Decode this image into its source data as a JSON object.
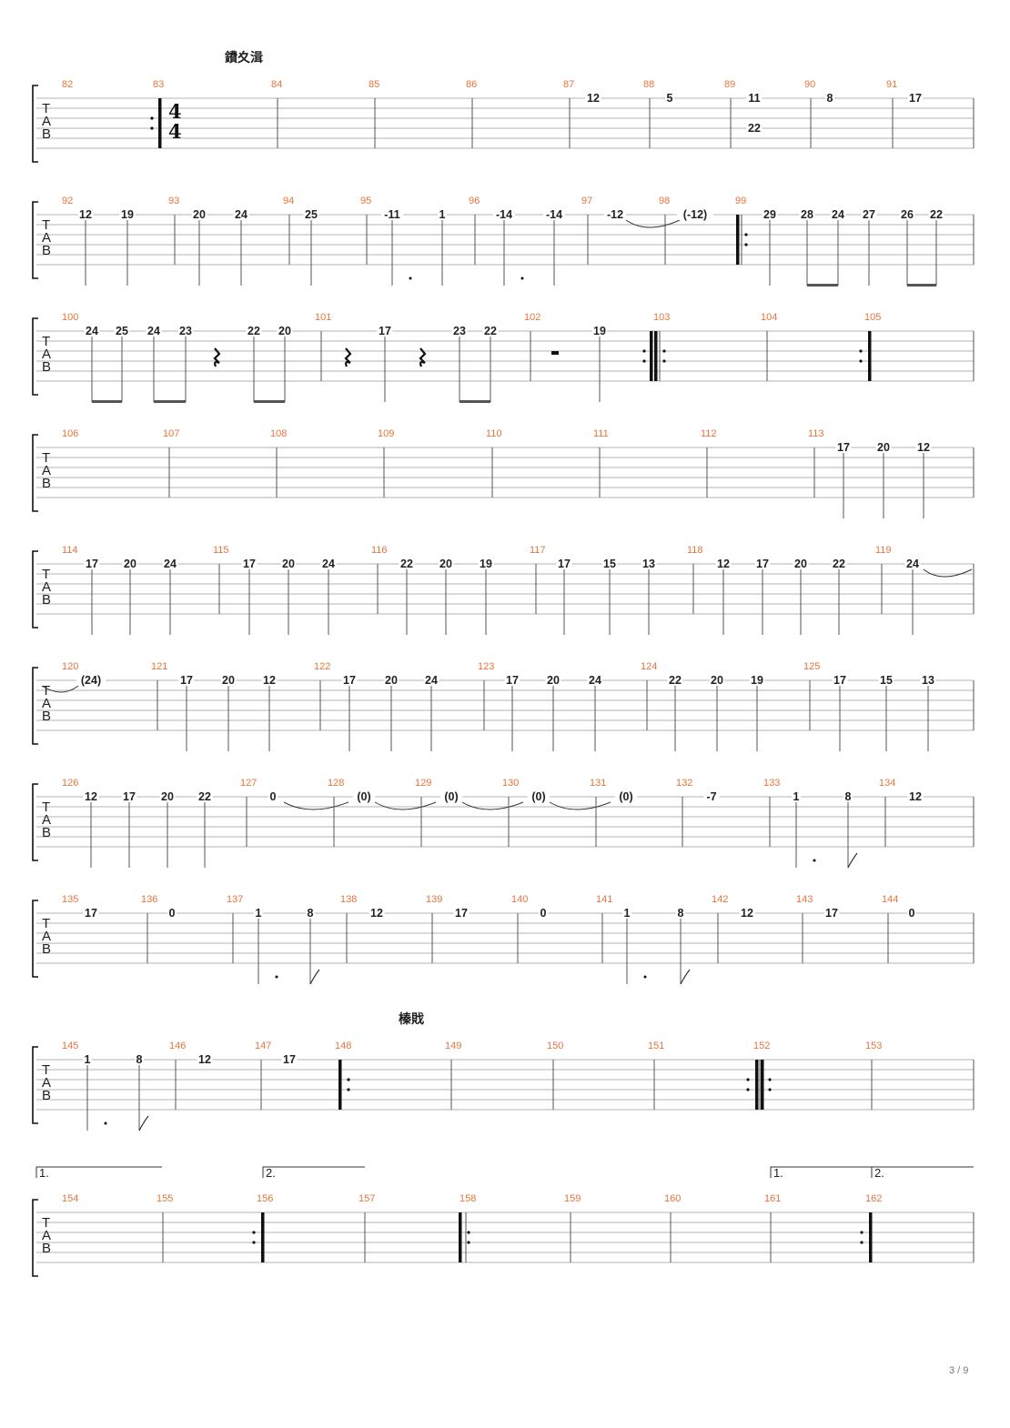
{
  "page": {
    "number": "3 / 9"
  },
  "sections": [
    {
      "text": "鐨夊湒",
      "system": 0
    },
    {
      "text": "榛戝",
      "system": 8
    }
  ],
  "time_signature": {
    "num": "4",
    "den": "4",
    "system": 0,
    "bar": 1
  },
  "tab_clef": [
    "T",
    "A",
    "B"
  ],
  "systems": [
    {
      "bars": [
        {
          "n": "82",
          "end": "repeat-end"
        },
        {
          "n": "83",
          "start": "repeat-start-bold",
          "events": []
        },
        {
          "n": "84"
        },
        {
          "n": "85"
        },
        {
          "n": "86"
        },
        {
          "n": "87",
          "events": [
            {
              "s": 0,
              "t": "12"
            }
          ]
        },
        {
          "n": "88",
          "events": [
            {
              "s": 0,
              "t": "5"
            }
          ]
        },
        {
          "n": "89",
          "events": [
            {
              "s": 0,
              "t": "11"
            },
            {
              "s": 2,
              "t": "22",
              "pos": 0
            }
          ]
        },
        {
          "n": "90",
          "events": [
            {
              "s": 0,
              "t": "8"
            }
          ]
        },
        {
          "n": "91",
          "events": [
            {
              "s": 0,
              "t": "17"
            }
          ]
        }
      ]
    },
    {
      "bars": [
        {
          "n": "92",
          "events": [
            {
              "s": 0,
              "t": "12",
              "stem": 1
            },
            {
              "s": 0,
              "t": "19",
              "stem": 1
            }
          ]
        },
        {
          "n": "93",
          "events": [
            {
              "s": 0,
              "t": "20",
              "stem": 1
            },
            {
              "s": 0,
              "t": "24",
              "stem": 1
            }
          ]
        },
        {
          "n": "94",
          "events": [
            {
              "s": 0,
              "t": "25",
              "stem": 1
            }
          ]
        },
        {
          "n": "95",
          "events": [
            {
              "s": 0,
              "t": "-11",
              "stem": 1,
              "dot": 1
            },
            {
              "s": 0,
              "t": "1",
              "stem": 1
            }
          ]
        },
        {
          "n": "96",
          "events": [
            {
              "s": 0,
              "t": "-14",
              "stem": 1,
              "dot": 1
            },
            {
              "s": 0,
              "t": "-14",
              "stem": 1
            }
          ]
        },
        {
          "n": "97",
          "events": [
            {
              "s": 0,
              "t": "-12",
              "tie": 1
            }
          ]
        },
        {
          "n": "98",
          "events": [
            {
              "s": 0,
              "t": "(-12)"
            }
          ],
          "end": "repeat-end-bold"
        },
        {
          "n": "99",
          "events": [
            {
              "s": 0,
              "t": "29",
              "stem": 1
            },
            {
              "s": 0,
              "t": "28",
              "stem": 1,
              "beam": "a"
            },
            {
              "s": 0,
              "t": "24",
              "stem": 1,
              "beam": "a"
            },
            {
              "s": 0,
              "t": "27",
              "stem": 1
            },
            {
              "s": 0,
              "t": "26",
              "stem": 1,
              "beam": "b"
            },
            {
              "s": 0,
              "t": "22",
              "stem": 1,
              "beam": "b"
            }
          ]
        }
      ]
    },
    {
      "bars": [
        {
          "n": "100",
          "events": [
            {
              "s": 0,
              "t": "24",
              "stem": 1,
              "beam": "a"
            },
            {
              "s": 0,
              "t": "25",
              "stem": 1,
              "beam": "a"
            },
            {
              "s": 0,
              "t": "24",
              "stem": 1,
              "beam": "b"
            },
            {
              "s": 0,
              "t": "23",
              "stem": 1,
              "beam": "b"
            },
            {
              "rest": "quarter"
            },
            {
              "s": 0,
              "t": "22",
              "stem": 1,
              "beam": "c"
            },
            {
              "s": 0,
              "t": "20",
              "stem": 1,
              "beam": "c"
            }
          ]
        },
        {
          "n": "101",
          "events": [
            {
              "rest": "quarter"
            },
            {
              "s": 0,
              "t": "17",
              "stem": 1
            },
            {
              "rest": "quarter"
            },
            {
              "s": 0,
              "t": "23",
              "stem": 1,
              "beam": "a"
            },
            {
              "s": 0,
              "t": "22",
              "stem": 1,
              "beam": "a"
            }
          ]
        },
        {
          "n": "102",
          "events": [
            {
              "rest": "half"
            },
            {
              "s": 0,
              "t": "19",
              "stem": 1
            }
          ]
        },
        {
          "n": "103"
        },
        {
          "n": "104"
        },
        {
          "n": "105"
        }
      ]
    },
    {
      "bars": [
        {
          "n": "106"
        },
        {
          "n": "107"
        },
        {
          "n": "108"
        },
        {
          "n": "109"
        },
        {
          "n": "110"
        },
        {
          "n": "111"
        },
        {
          "n": "112"
        },
        {
          "n": "113",
          "events": [
            {
              "s": 0,
              "t": "17",
              "stem": 1
            },
            {
              "s": 0,
              "t": "20",
              "stem": 1
            },
            {
              "s": 0,
              "t": "12",
              "stem": 1
            }
          ]
        }
      ]
    },
    {
      "bars": [
        {
          "n": "114",
          "events": [
            {
              "s": 0,
              "t": "17",
              "stem": 1
            },
            {
              "s": 0,
              "t": "20",
              "stem": 1
            },
            {
              "s": 0,
              "t": "24",
              "stem": 1
            }
          ]
        },
        {
          "n": "115",
          "events": [
            {
              "s": 0,
              "t": "17",
              "stem": 1
            },
            {
              "s": 0,
              "t": "20",
              "stem": 1
            },
            {
              "s": 0,
              "t": "24",
              "stem": 1
            }
          ]
        },
        {
          "n": "116",
          "events": [
            {
              "s": 0,
              "t": "22",
              "stem": 1
            },
            {
              "s": 0,
              "t": "20",
              "stem": 1
            },
            {
              "s": 0,
              "t": "19",
              "stem": 1
            }
          ]
        },
        {
          "n": "117",
          "events": [
            {
              "s": 0,
              "t": "17",
              "stem": 1
            },
            {
              "s": 0,
              "t": "15",
              "stem": 1
            },
            {
              "s": 0,
              "t": "13",
              "stem": 1
            }
          ]
        },
        {
          "n": "118",
          "events": [
            {
              "s": 0,
              "t": "12",
              "stem": 1
            },
            {
              "s": 0,
              "t": "17",
              "stem": 1
            },
            {
              "s": 0,
              "t": "20",
              "stem": 1
            },
            {
              "s": 0,
              "t": "22",
              "stem": 1
            }
          ]
        },
        {
          "n": "119",
          "events": [
            {
              "s": 0,
              "t": "24",
              "stem": 1,
              "tie": 1
            }
          ]
        }
      ]
    },
    {
      "bars": [
        {
          "n": "120",
          "events": [
            {
              "s": 0,
              "t": "(24)",
              "tiein": 1
            }
          ]
        },
        {
          "n": "121",
          "events": [
            {
              "s": 0,
              "t": "17",
              "stem": 1
            },
            {
              "s": 0,
              "t": "20",
              "stem": 1
            },
            {
              "s": 0,
              "t": "12",
              "stem": 1
            }
          ]
        },
        {
          "n": "122",
          "events": [
            {
              "s": 0,
              "t": "17",
              "stem": 1
            },
            {
              "s": 0,
              "t": "20",
              "stem": 1
            },
            {
              "s": 0,
              "t": "24",
              "stem": 1
            }
          ]
        },
        {
          "n": "123",
          "events": [
            {
              "s": 0,
              "t": "17",
              "stem": 1
            },
            {
              "s": 0,
              "t": "20",
              "stem": 1
            },
            {
              "s": 0,
              "t": "24",
              "stem": 1
            }
          ]
        },
        {
          "n": "124",
          "events": [
            {
              "s": 0,
              "t": "22",
              "stem": 1
            },
            {
              "s": 0,
              "t": "20",
              "stem": 1
            },
            {
              "s": 0,
              "t": "19",
              "stem": 1
            }
          ]
        },
        {
          "n": "125",
          "events": [
            {
              "s": 0,
              "t": "17",
              "stem": 1
            },
            {
              "s": 0,
              "t": "15",
              "stem": 1
            },
            {
              "s": 0,
              "t": "13",
              "stem": 1
            }
          ]
        }
      ]
    },
    {
      "bars": [
        {
          "n": "126",
          "events": [
            {
              "s": 0,
              "t": "12",
              "stem": 1
            },
            {
              "s": 0,
              "t": "17",
              "stem": 1
            },
            {
              "s": 0,
              "t": "20",
              "stem": 1
            },
            {
              "s": 0,
              "t": "22",
              "stem": 1
            }
          ]
        },
        {
          "n": "127",
          "events": [
            {
              "s": 0,
              "t": "0",
              "tie": 1
            }
          ]
        },
        {
          "n": "128",
          "events": [
            {
              "s": 0,
              "t": "(0)",
              "tie": 1
            }
          ]
        },
        {
          "n": "129",
          "events": [
            {
              "s": 0,
              "t": "(0)",
              "tie": 1
            }
          ]
        },
        {
          "n": "130",
          "events": [
            {
              "s": 0,
              "t": "(0)",
              "tie": 1
            }
          ]
        },
        {
          "n": "131",
          "events": [
            {
              "s": 0,
              "t": "(0)"
            }
          ]
        },
        {
          "n": "132",
          "events": [
            {
              "s": 0,
              "t": "-7"
            }
          ]
        },
        {
          "n": "133",
          "events": [
            {
              "s": 0,
              "t": "1",
              "stem": 1,
              "dot": 1
            },
            {
              "s": 0,
              "t": "8",
              "stem": 1,
              "flag": 1
            }
          ]
        },
        {
          "n": "134",
          "events": [
            {
              "s": 0,
              "t": "12"
            }
          ]
        }
      ]
    },
    {
      "bars": [
        {
          "n": "135",
          "events": [
            {
              "s": 0,
              "t": "17"
            }
          ]
        },
        {
          "n": "136",
          "events": [
            {
              "s": 0,
              "t": "0"
            }
          ]
        },
        {
          "n": "137",
          "events": [
            {
              "s": 0,
              "t": "1",
              "stem": 1,
              "dot": 1
            },
            {
              "s": 0,
              "t": "8",
              "stem": 1,
              "flag": 1
            }
          ]
        },
        {
          "n": "138",
          "events": [
            {
              "s": 0,
              "t": "12"
            }
          ]
        },
        {
          "n": "139",
          "events": [
            {
              "s": 0,
              "t": "17"
            }
          ]
        },
        {
          "n": "140",
          "events": [
            {
              "s": 0,
              "t": "0"
            }
          ]
        },
        {
          "n": "141",
          "events": [
            {
              "s": 0,
              "t": "1",
              "stem": 1,
              "dot": 1
            },
            {
              "s": 0,
              "t": "8",
              "stem": 1,
              "flag": 1
            }
          ]
        },
        {
          "n": "142",
          "events": [
            {
              "s": 0,
              "t": "12"
            }
          ]
        },
        {
          "n": "143",
          "events": [
            {
              "s": 0,
              "t": "17"
            }
          ]
        },
        {
          "n": "144",
          "events": [
            {
              "s": 0,
              "t": "0"
            }
          ]
        }
      ]
    },
    {
      "bars": [
        {
          "n": "145",
          "events": [
            {
              "s": 0,
              "t": "1",
              "stem": 1,
              "dot": 1
            },
            {
              "s": 0,
              "t": "8",
              "stem": 1,
              "flag": 1
            }
          ]
        },
        {
          "n": "146",
          "events": [
            {
              "s": 0,
              "t": "12"
            }
          ]
        },
        {
          "n": "147",
          "events": [
            {
              "s": 0,
              "t": "17"
            }
          ]
        },
        {
          "n": "148"
        },
        {
          "n": "149"
        },
        {
          "n": "150"
        },
        {
          "n": "151"
        },
        {
          "n": "152"
        },
        {
          "n": "153"
        }
      ]
    },
    {
      "voltas": [
        "1.",
        "2.",
        "1.",
        "2."
      ],
      "bars": [
        {
          "n": "154"
        },
        {
          "n": "155"
        },
        {
          "n": "156"
        },
        {
          "n": "157"
        },
        {
          "n": "158"
        },
        {
          "n": "159"
        },
        {
          "n": "160"
        },
        {
          "n": "161"
        },
        {
          "n": "162"
        }
      ]
    }
  ],
  "colors": {
    "bar_number": "#e8743b",
    "ink": "#222222",
    "staff_line": "#9a9a9a"
  }
}
